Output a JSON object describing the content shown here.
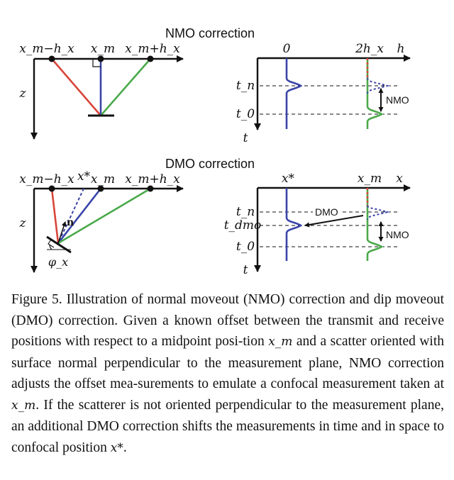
{
  "nmo": {
    "title": "NMO correction",
    "lbl_left": "x_m−h_x",
    "lbl_mid": "x_m",
    "lbl_right": "x_m+h_x",
    "axis_z": "z",
    "lbl_zero": "0",
    "lbl_2hx": "2h_x",
    "axis_h": "h",
    "t_n": "t_n",
    "t_0": "t_0",
    "axis_t": "t",
    "tag": "NMO"
  },
  "dmo": {
    "title": "DMO correction",
    "lbl_left": "x_m−h_x",
    "lbl_xstar": "x*",
    "lbl_mid": "x_m",
    "lbl_right": "x_m+h_x",
    "axis_z": "z",
    "normal": "n",
    "angle": "φ_x",
    "lbl_xstar2": "x*",
    "lbl_xm2": "x_m",
    "axis_x": "x",
    "t_n": "t_n",
    "t_dmo": "t_dmo",
    "t_0": "t_0",
    "axis_t": "t",
    "tag_dmo": "DMO",
    "tag_nmo": "NMO"
  },
  "caption": {
    "label": "Figure 5.",
    "p1": "Illustration of normal moveout (NMO) correction and dip moveout (DMO) correction.  Given a known offset between the transmit and receive positions with respect to a midpoint posi-tion ",
    "m1": "x_m",
    "p2": " and a scatter oriented with surface normal perpendicular to the measurement plane, NMO correction adjusts the offset mea-surements to emulate a confocal measurement taken at ",
    "m2": "x_m",
    "p3": ".  If the scatterer is not oriented perpendicular to the measurement plane, an additional DMO correction shifts the measurements in time and in space to confocal position ",
    "m3": "x*",
    "p4": "."
  },
  "colors": {
    "red": "#d8453a",
    "blue": "#3a45a8",
    "green": "#4aa94a",
    "black": "#111111"
  }
}
